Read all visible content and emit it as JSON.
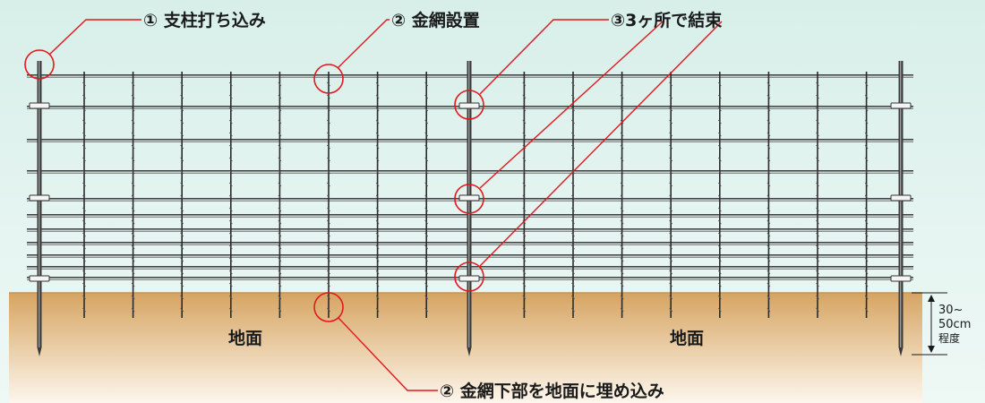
{
  "labels": {
    "post_install": "① 支柱打ち込み",
    "mesh_install": "② 金網設置",
    "tie_three": "③3ヶ所で結束",
    "bury_mesh": "② 金網下部を地面に埋め込み"
  },
  "ground": {
    "left_label": "地面",
    "right_label": "地面"
  },
  "dimension": {
    "line1": "30~",
    "line2": "50cm",
    "line3": "程度"
  },
  "colors": {
    "callout": "#e3171d",
    "ground_top": "#d9a867",
    "ground_bottom": "#fbf1e4",
    "wire": "#2b2b2b",
    "background": "#dff2ed"
  }
}
